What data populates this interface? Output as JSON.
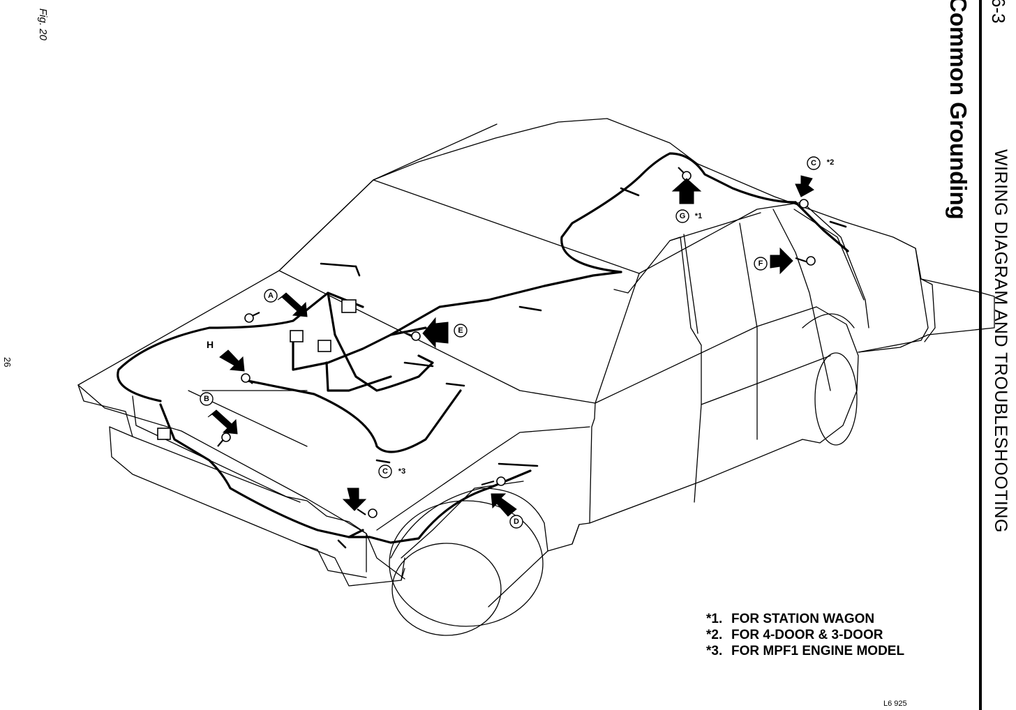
{
  "header": {
    "section_number": "6-3",
    "section_title": "WIRING DIAGRAM AND TROUBLESHOOTING",
    "page_title": "Common Grounding"
  },
  "figure_label": "Fig. 20",
  "page_number": "26",
  "drawing_code": "L6 925",
  "ground_points": [
    {
      "id": "A",
      "label": "A",
      "mark": ""
    },
    {
      "id": "B",
      "label": "B",
      "mark": ""
    },
    {
      "id": "C1",
      "label": "C",
      "mark": "*3"
    },
    {
      "id": "C2",
      "label": "C",
      "mark": "*2"
    },
    {
      "id": "D",
      "label": "D",
      "mark": ""
    },
    {
      "id": "E",
      "label": "E",
      "mark": ""
    },
    {
      "id": "F",
      "label": "F",
      "mark": ""
    },
    {
      "id": "G",
      "label": "G",
      "mark": "*1"
    },
    {
      "id": "H",
      "label": "H",
      "mark": ""
    }
  ],
  "notes": [
    {
      "mark": "*1.",
      "text": "FOR STATION WAGON"
    },
    {
      "mark": "*2.",
      "text": "FOR 4-DOOR & 3-DOOR"
    },
    {
      "mark": "*3.",
      "text": "FOR MPF1 ENGINE MODEL"
    }
  ]
}
